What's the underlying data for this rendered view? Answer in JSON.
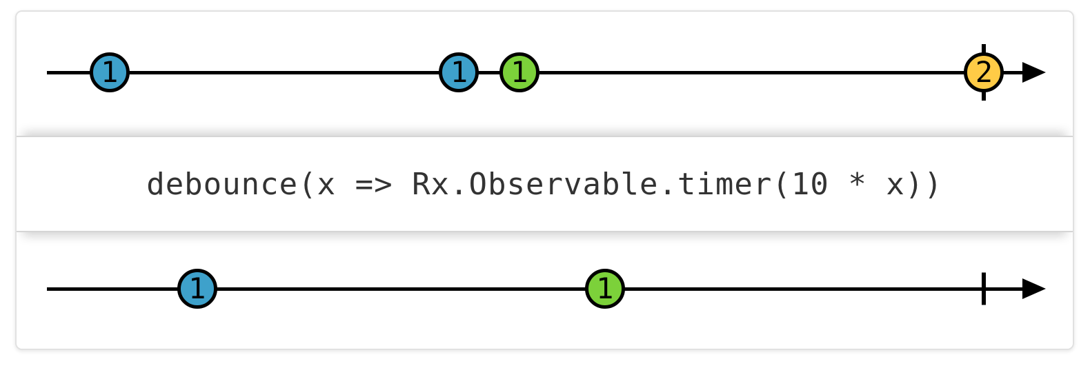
{
  "operator": {
    "code": "debounce(x => Rx.Observable.timer(10 * x))"
  },
  "colors": {
    "blue": "#3ea1cb",
    "green": "#7cd13a",
    "yellow": "#ffcb46",
    "stroke": "#000000",
    "frame_border": "#e1e1e1"
  },
  "input_stream": {
    "marbles": [
      {
        "label": "1",
        "color": "#3ea1cb",
        "x": "8.8%"
      },
      {
        "label": "1",
        "color": "#3ea1cb",
        "x": "41.9%"
      },
      {
        "label": "1",
        "color": "#7cd13a",
        "x": "47.6%"
      },
      {
        "label": "2",
        "color": "#ffcb46",
        "x": "91.6%"
      }
    ],
    "complete": {
      "x": "91.6%"
    }
  },
  "output_stream": {
    "marbles": [
      {
        "label": "1",
        "color": "#3ea1cb",
        "x": "17.1%"
      },
      {
        "label": "1",
        "color": "#7cd13a",
        "x": "55.7%"
      }
    ],
    "complete": {
      "x": "91.6%"
    }
  }
}
